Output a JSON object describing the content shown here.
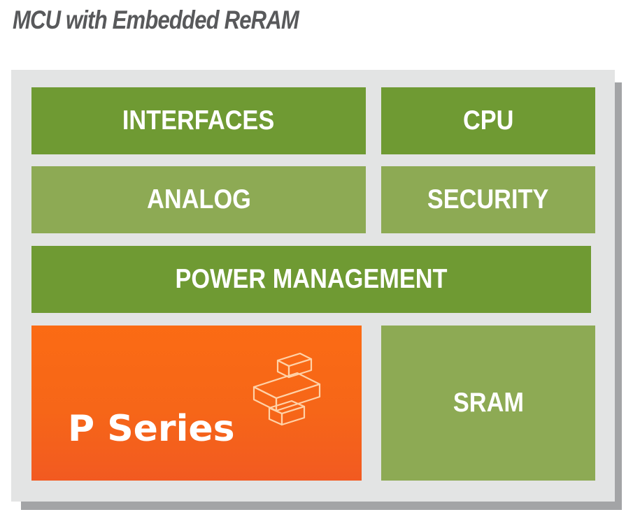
{
  "title": "MCU with Embedded ReRAM",
  "blocks": {
    "interfaces": "INTERFACES",
    "cpu": "CPU",
    "analog": "ANALOG",
    "security": "SECURITY",
    "power_management": "POWER MANAGEMENT",
    "sram": "SRAM",
    "p_series": "P Series"
  },
  "colors": {
    "dark_green": "#6f9a33",
    "light_green": "#8daa54",
    "orange": "#f66618",
    "panel": "#e3e4e4",
    "title": "#58595b"
  },
  "icons": {
    "p_series_logo": "isometric-blocks-logo-icon"
  }
}
